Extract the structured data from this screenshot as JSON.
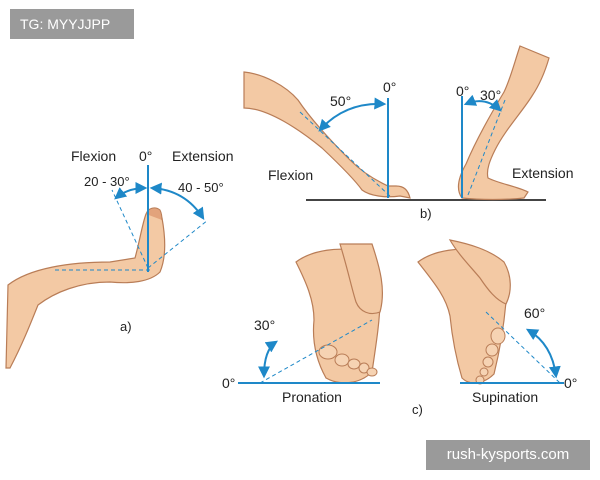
{
  "watermark_top": "TG: MYYJJPP",
  "watermark_bottom": "rush-kysports.com",
  "colors": {
    "skin": "#f3c9a4",
    "skin_shadow": "#e2a37c",
    "outline": "#b97d57",
    "guide": "#1e88c8",
    "ground": "#444444"
  },
  "panel_a": {
    "caption": "a)",
    "flexion_label": "Flexion",
    "zero_label": "0°",
    "extension_label": "Extension",
    "flexion_range": "20 - 30°",
    "extension_range": "40 - 50°"
  },
  "panel_b": {
    "caption": "b)",
    "flexion_label": "Flexion",
    "flexion_angle": "50°",
    "flexion_zero": "0°",
    "extension_label": "Extension",
    "extension_angle": "30°",
    "extension_zero": "0°"
  },
  "panel_c": {
    "caption": "c)",
    "pronation_label": "Pronation",
    "pronation_angle": "30°",
    "pronation_zero": "0°",
    "supination_label": "Supination",
    "supination_angle": "60°",
    "supination_zero": "0°"
  }
}
